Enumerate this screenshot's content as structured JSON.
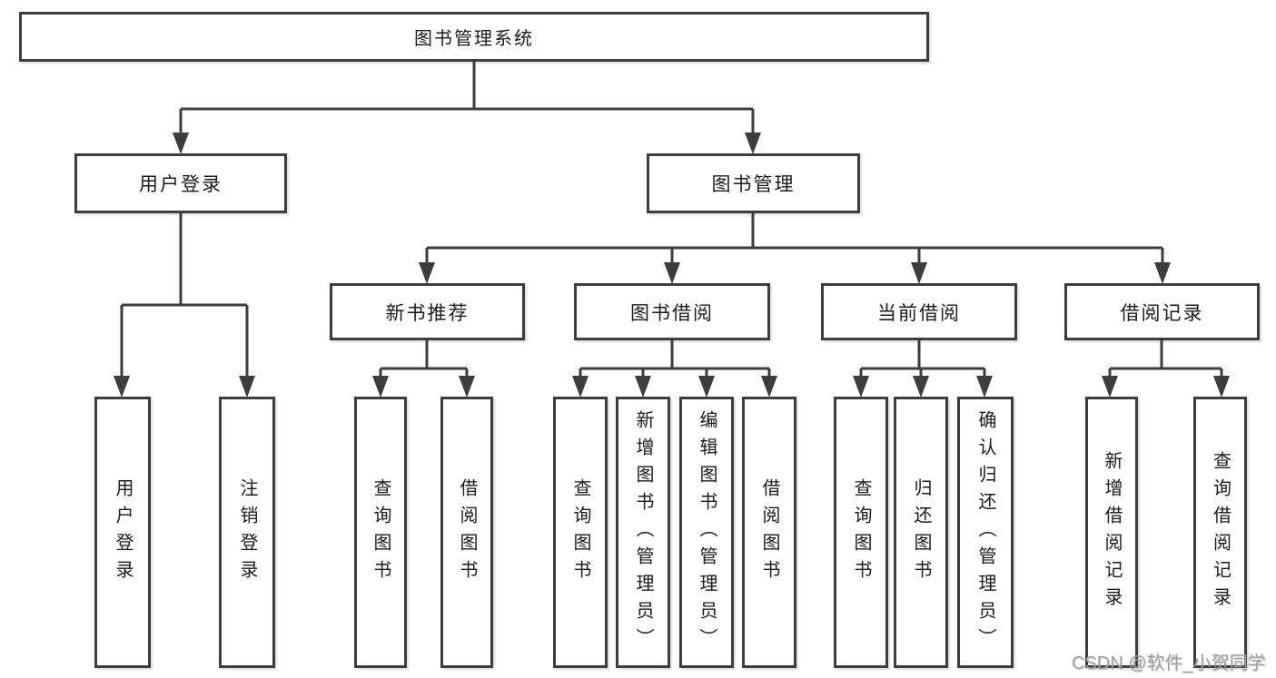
{
  "diagram": {
    "root": "图书管理系统",
    "user_login": "用户登录",
    "book_mgmt": "图书管理",
    "new_books": "新书推荐",
    "book_borrow": "图书借阅",
    "current_borrow": "当前借阅",
    "borrow_records": "借阅记录",
    "leaves": {
      "user_login": [
        "用户登录",
        "注销登录"
      ],
      "new_books": [
        "查询图书",
        "借阅图书"
      ],
      "book_borrow": [
        "查询图书",
        "新增图书（管理员）",
        "编辑图书（管理员）",
        "借阅图书"
      ],
      "current_borrow": [
        "查询图书",
        "归还图书",
        "确认归还（管理员）"
      ],
      "borrow_records": [
        "新增借阅记录",
        "查询借阅记录"
      ]
    }
  },
  "watermark": {
    "text": "CSDN @软件_小贺同学"
  },
  "colors": {
    "line": "#3d3d3d",
    "text": "#1b1b1b",
    "background": "#ffffff",
    "watermark": "#a2a2a2"
  }
}
